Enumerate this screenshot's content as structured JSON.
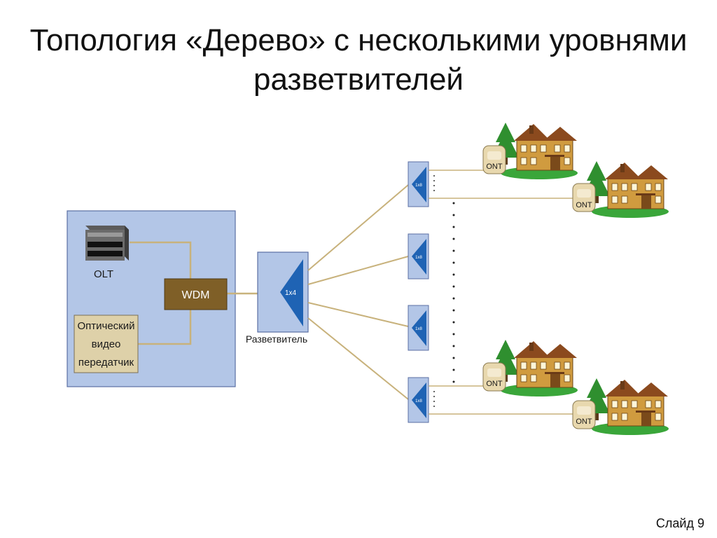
{
  "slide": {
    "title": "Топология «Дерево» с несколькими уровнями разветвителей",
    "number": "Слайд 9"
  },
  "diagram": {
    "olt_label": "OLT",
    "wdm_label": "WDM",
    "transmitter_lines": [
      "Оптический",
      "видео",
      "передатчик"
    ],
    "main_splitter_ratio": "1x4",
    "main_splitter_label": "Разветвитель",
    "sub_splitter_ratio": "1x8",
    "ont_label": "ONT",
    "colors": {
      "station_fill": "#b3c6e7",
      "station_border": "#5b6fa3",
      "wdm_fill": "#7f5f27",
      "transmitter_fill": "#ded1a9",
      "fiber": "#c8b27c",
      "splitter_triangle": "#1f63b4",
      "house_wall": "#d09b3f",
      "roof": "#8b4a1e",
      "tree": "#2f8f2f"
    }
  }
}
